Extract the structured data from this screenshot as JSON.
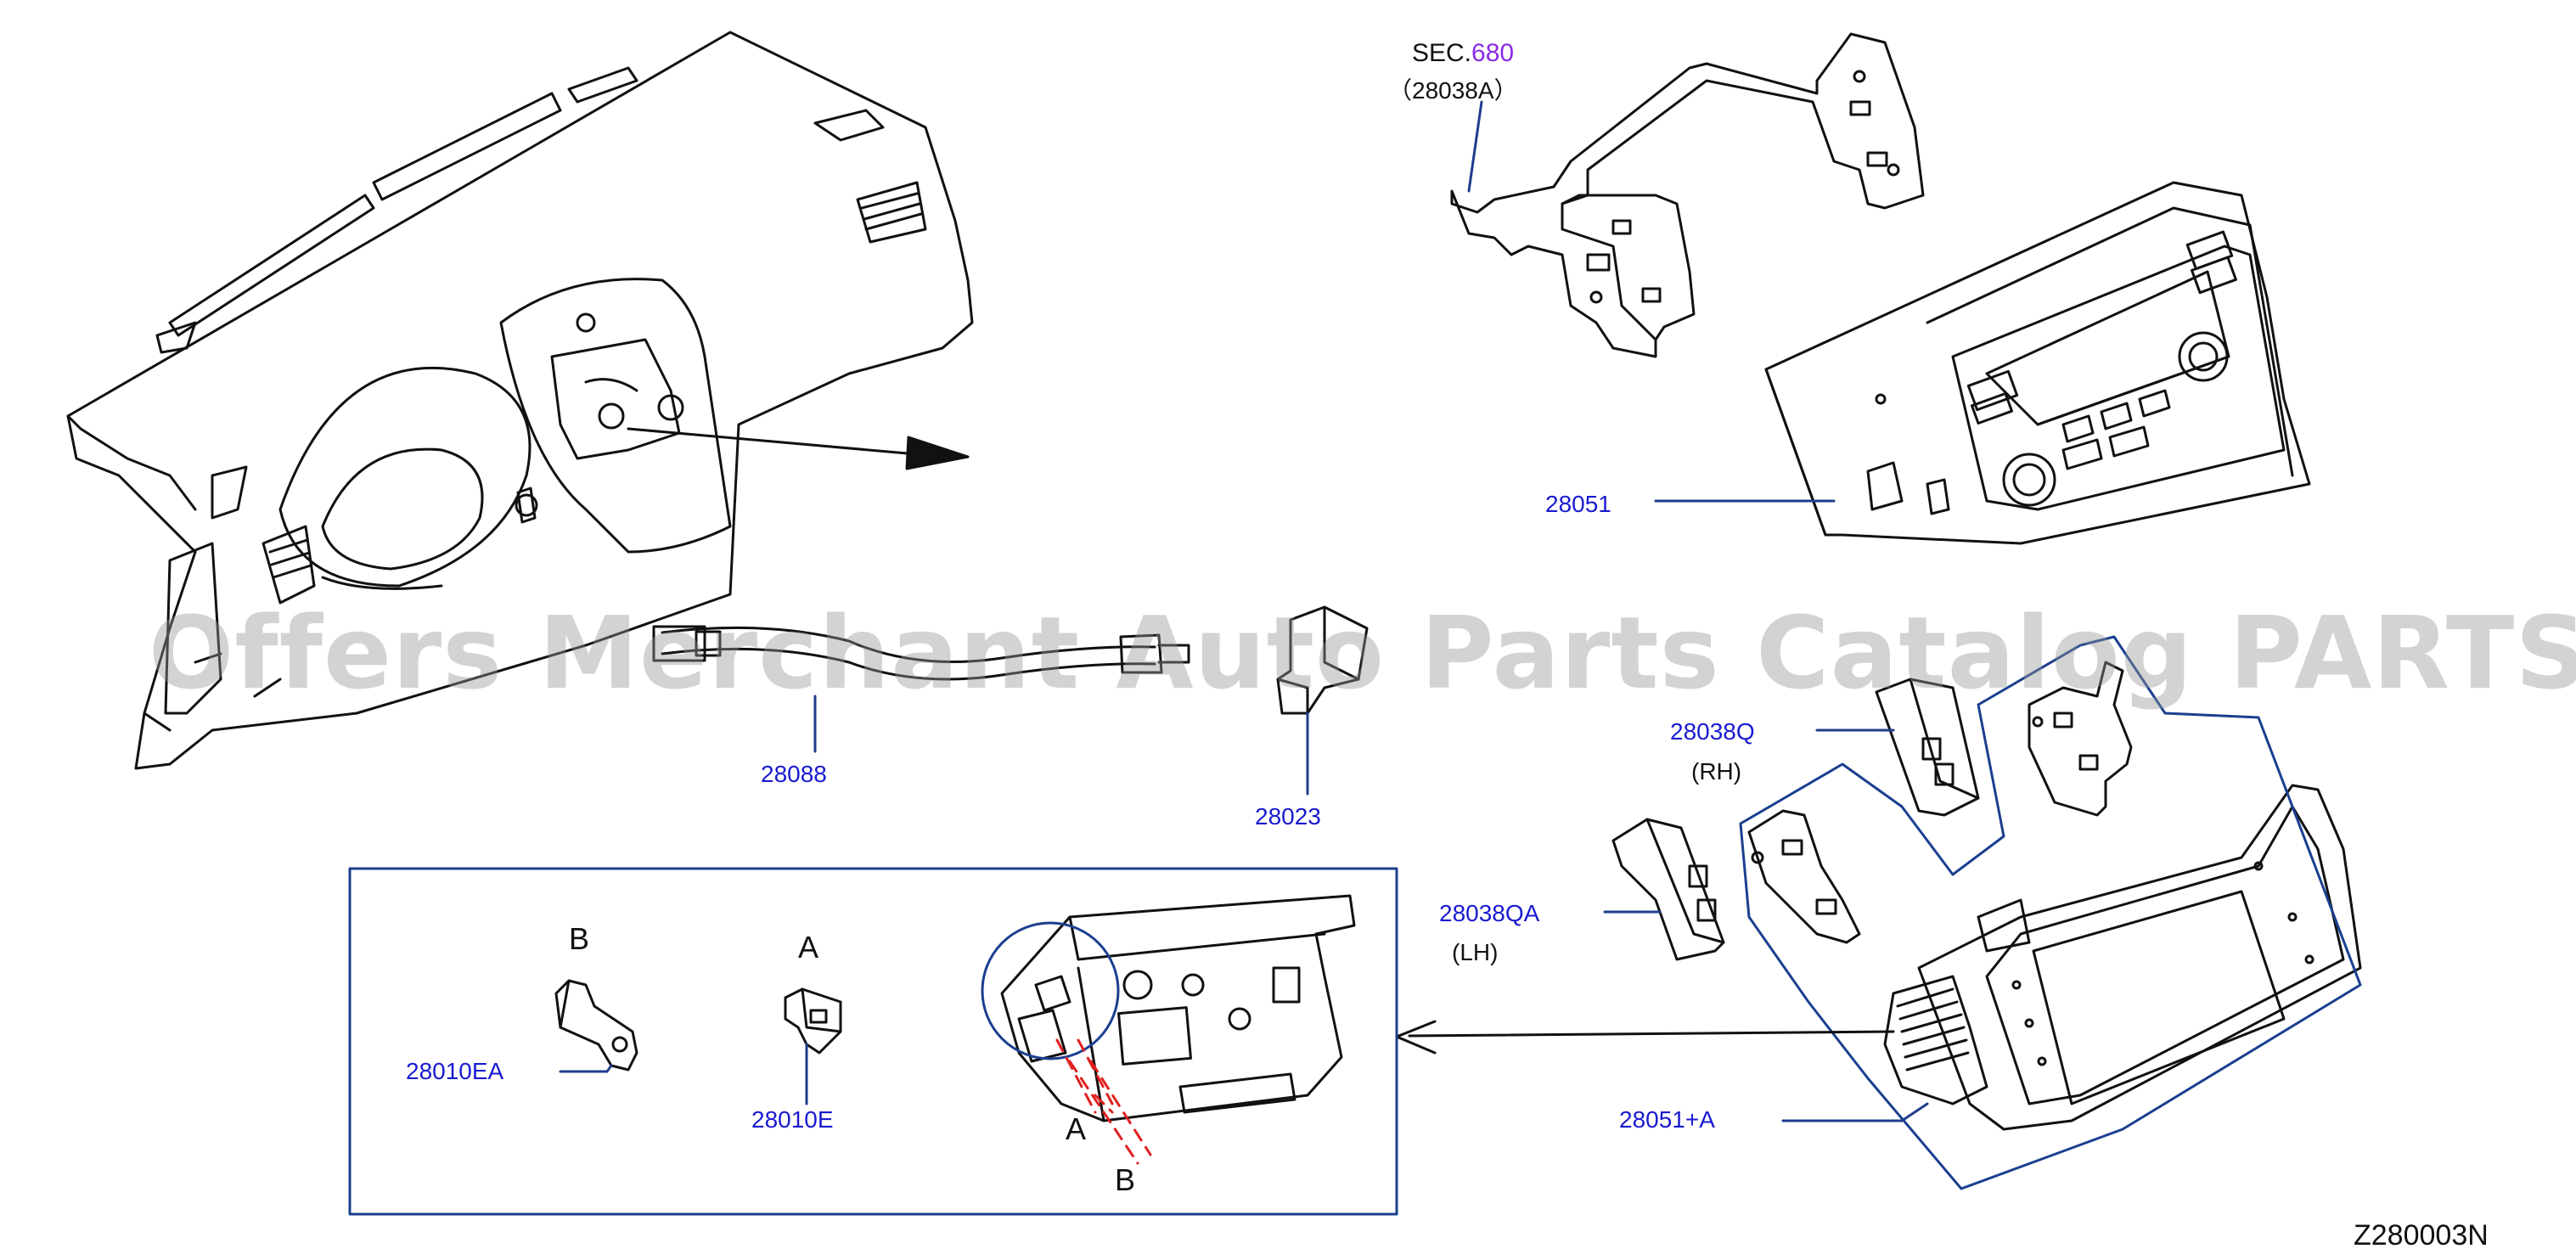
{
  "watermark": "Offers Merchant Auto Parts Catalog PARTSTORE.SA",
  "diagram_code": "Z280003N",
  "section_ref": {
    "prefix": "SEC.",
    "number": "680",
    "part": "（28038A）"
  },
  "parts": {
    "p28051": "28051",
    "p28088": "28088",
    "p28023": "28023",
    "p28038Q": "28038Q",
    "p28038QA": "28038QA",
    "p28051A": "28051+A",
    "p28010EA": "28010EA",
    "p28010E": "28010E"
  },
  "qualifiers": {
    "rh": "(RH)",
    "lh": "(LH)"
  },
  "callouts": {
    "a_top": "A",
    "b_top": "B",
    "a_detail": "A",
    "b_detail": "B"
  },
  "colors": {
    "label": "#1a1ad0",
    "outline": "#1a3f8f",
    "leader": "#1f3d8c",
    "detail_dash": "#e02020",
    "sec_number": "#8a2be2"
  }
}
